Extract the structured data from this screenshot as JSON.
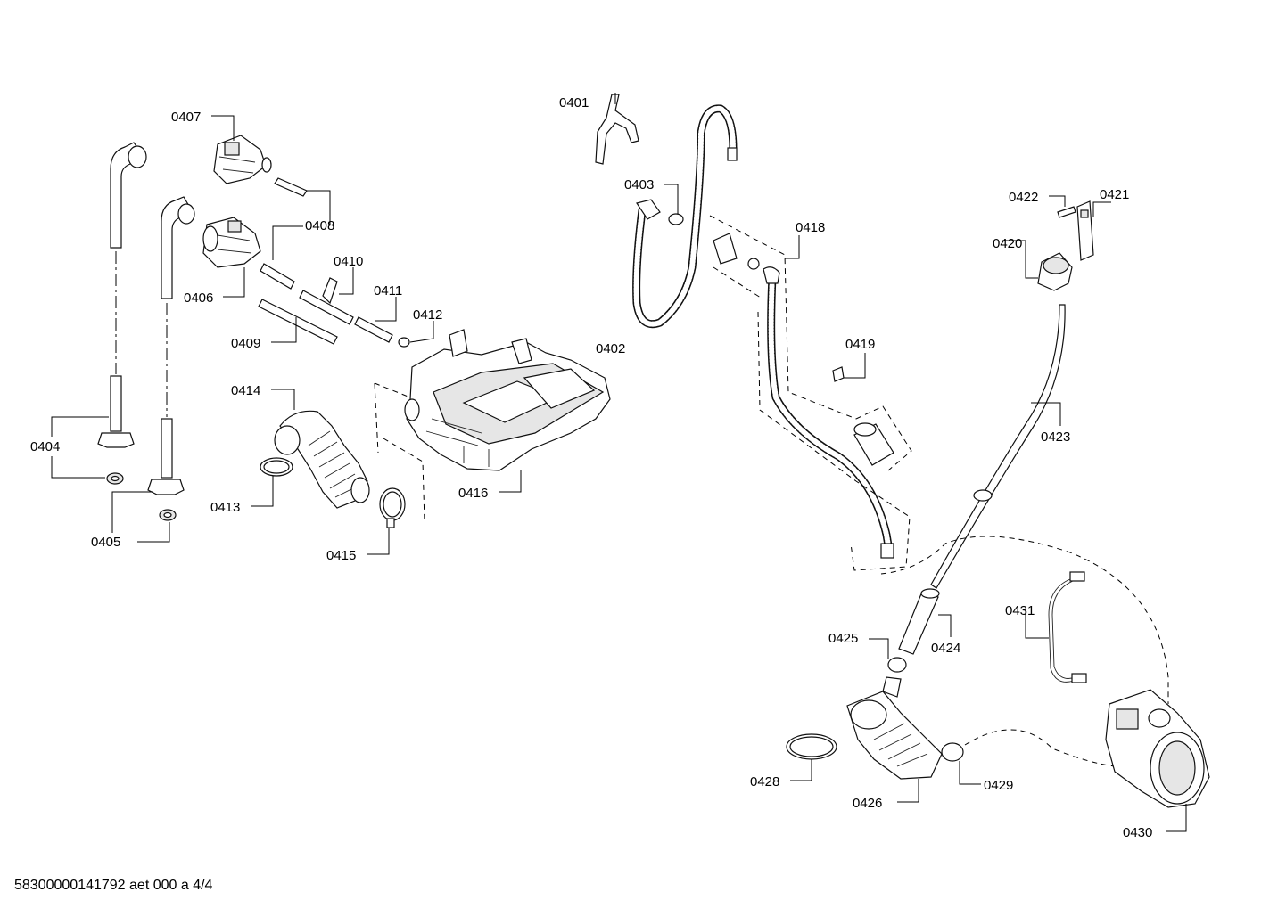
{
  "labels": {
    "p0401": "0401",
    "p0402": "0402",
    "p0403": "0403",
    "p0404": "0404",
    "p0405": "0405",
    "p0406": "0406",
    "p0407": "0407",
    "p0408": "0408",
    "p0409": "0409",
    "p0410": "0410",
    "p0411": "0411",
    "p0412": "0412",
    "p0413": "0413",
    "p0414": "0414",
    "p0415": "0415",
    "p0416": "0416",
    "p0418": "0418",
    "p0419": "0419",
    "p0420": "0420",
    "p0421": "0421",
    "p0422": "0422",
    "p0423": "0423",
    "p0424": "0424",
    "p0425": "0425",
    "p0426": "0426",
    "p0428": "0428",
    "p0429": "0429",
    "p0430": "0430",
    "p0431": "0431"
  },
  "footer": "58300000141792 aet 000 a 4/4"
}
